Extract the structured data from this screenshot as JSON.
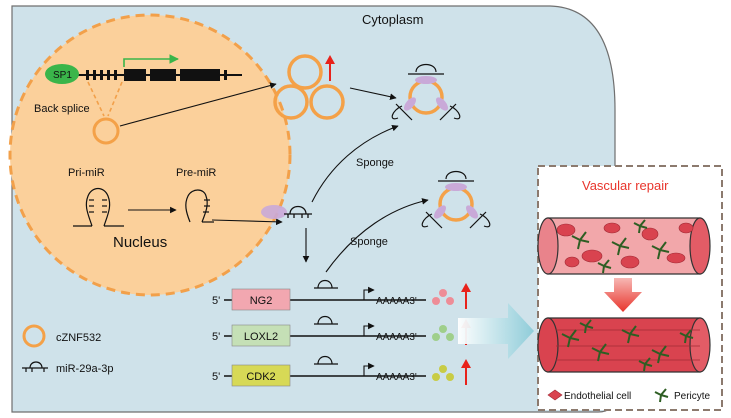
{
  "labels": {
    "cytoplasm": "Cytoplasm",
    "nucleus": "Nucleus",
    "sp1": "SP1",
    "back_splice": "Back splice",
    "pri_mir": "Pri-miR",
    "pre_mir": "Pre-miR",
    "sponge_upper": "Sponge",
    "sponge_lower": "Sponge",
    "five_prime": "5'",
    "poly_a": "AAAAA3'"
  },
  "genes": [
    {
      "name": "NG2",
      "color": "#f2a7b0",
      "dot_color": "#ee8d97"
    },
    {
      "name": "LOXL2",
      "color": "#c5e0b6",
      "dot_color": "#9fcf8b"
    },
    {
      "name": "CDK2",
      "color": "#d7d956",
      "dot_color": "#c8cc45"
    }
  ],
  "legend": {
    "circ_label": "cZNF532",
    "mir_label": "miR-29a-3p"
  },
  "repair_panel": {
    "title": "Vascular repair",
    "endothelial_label": "Endothelial cell",
    "pericyte_label": "Pericyte"
  },
  "colors": {
    "cell": "#cfe2ea",
    "nucleus": "#fbd09b",
    "nucleus_border": "#f2a04a",
    "circ": "#f4a148",
    "sp1": "#3ab54a",
    "transcript_arrow": "#3ab54a",
    "up_arrow": "#e8221b",
    "vascular_title": "#e8352c",
    "ago": "#c9a9d8",
    "vessel": "#d9434f",
    "big_arrow": "#9bd3de"
  }
}
